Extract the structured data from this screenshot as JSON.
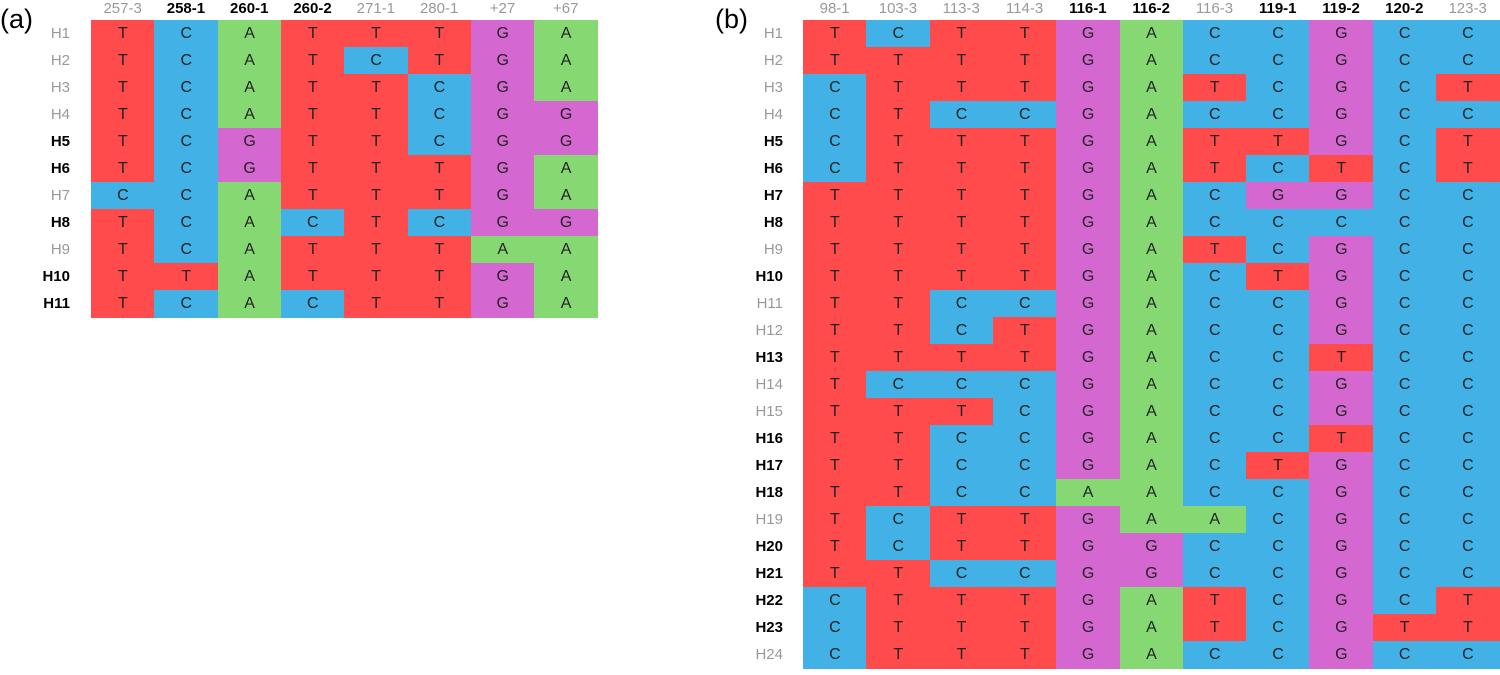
{
  "colors": {
    "T": "#FF4B4B",
    "C": "#42B1E5",
    "A": "#86D872",
    "G": "#D568D0"
  },
  "panels": [
    {
      "label": "(a)",
      "columns": [
        {
          "label": "257-3",
          "bold": false
        },
        {
          "label": "258-1",
          "bold": true
        },
        {
          "label": "260-1",
          "bold": true
        },
        {
          "label": "260-2",
          "bold": true
        },
        {
          "label": "271-1",
          "bold": false
        },
        {
          "label": "280-1",
          "bold": false
        },
        {
          "label": "+27",
          "bold": false
        },
        {
          "label": "+67",
          "bold": false
        }
      ],
      "rows": [
        {
          "label": "H1",
          "bold": false,
          "bases": "TCATTTGA"
        },
        {
          "label": "H2",
          "bold": false,
          "bases": "TCATCTGA"
        },
        {
          "label": "H3",
          "bold": false,
          "bases": "TCATTCGA"
        },
        {
          "label": "H4",
          "bold": false,
          "bases": "TCATTCGG"
        },
        {
          "label": "H5",
          "bold": true,
          "bases": "TCGTTCGG"
        },
        {
          "label": "H6",
          "bold": true,
          "bases": "TCGTTTGA"
        },
        {
          "label": "H7",
          "bold": false,
          "bases": "CCATTTGA"
        },
        {
          "label": "H8",
          "bold": true,
          "bases": "TCACTCGG"
        },
        {
          "label": "H9",
          "bold": false,
          "bases": "TCATTTAA"
        },
        {
          "label": "H10",
          "bold": true,
          "bases": "TTATTTGA"
        },
        {
          "label": "H11",
          "bold": true,
          "bases": "TCACTTGA"
        }
      ]
    },
    {
      "label": "(b)",
      "columns": [
        {
          "label": "98-1",
          "bold": false
        },
        {
          "label": "103-3",
          "bold": false
        },
        {
          "label": "113-3",
          "bold": false
        },
        {
          "label": "114-3",
          "bold": false
        },
        {
          "label": "116-1",
          "bold": true
        },
        {
          "label": "116-2",
          "bold": true
        },
        {
          "label": "116-3",
          "bold": false
        },
        {
          "label": "119-1",
          "bold": true
        },
        {
          "label": "119-2",
          "bold": true
        },
        {
          "label": "120-2",
          "bold": true
        },
        {
          "label": "123-3",
          "bold": false
        }
      ],
      "rows": [
        {
          "label": "H1",
          "bold": false,
          "bases": "TCTTGACCGCC"
        },
        {
          "label": "H2",
          "bold": false,
          "bases": "TTTTGACCGCC"
        },
        {
          "label": "H3",
          "bold": false,
          "bases": "CTTTGATCGCT"
        },
        {
          "label": "H4",
          "bold": false,
          "bases": "CTCCGACCGCC"
        },
        {
          "label": "H5",
          "bold": true,
          "bases": "CTTTGATTGCT"
        },
        {
          "label": "H6",
          "bold": true,
          "bases": "CTTTGATCTCT"
        },
        {
          "label": "H7",
          "bold": true,
          "bases": "TTTTGACGGCC"
        },
        {
          "label": "H8",
          "bold": true,
          "bases": "TTTTGACCCCC"
        },
        {
          "label": "H9",
          "bold": false,
          "bases": "TTTTGATCGCC"
        },
        {
          "label": "H10",
          "bold": true,
          "bases": "TTTTGACTGCC"
        },
        {
          "label": "H11",
          "bold": false,
          "bases": "TTCCGACCGCC"
        },
        {
          "label": "H12",
          "bold": false,
          "bases": "TTCTGACCGCC"
        },
        {
          "label": "H13",
          "bold": true,
          "bases": "TTTTGACCTCC"
        },
        {
          "label": "H14",
          "bold": false,
          "bases": "TCCCGACCGCC"
        },
        {
          "label": "H15",
          "bold": false,
          "bases": "TTTCGACCGCC"
        },
        {
          "label": "H16",
          "bold": true,
          "bases": "TTCCGACCTCC"
        },
        {
          "label": "H17",
          "bold": true,
          "bases": "TTCCGACTGCC"
        },
        {
          "label": "H18",
          "bold": true,
          "bases": "TTCCAACCGCC"
        },
        {
          "label": "H19",
          "bold": false,
          "bases": "TCTTGAACGCC"
        },
        {
          "label": "H20",
          "bold": true,
          "bases": "TCTTGGCCGCC"
        },
        {
          "label": "H21",
          "bold": true,
          "bases": "TTCCGGCCGCC"
        },
        {
          "label": "H22",
          "bold": true,
          "bases": "CTTTGATCGCT"
        },
        {
          "label": "H23",
          "bold": true,
          "bases": "CTTTGATCGTT"
        },
        {
          "label": "H24",
          "bold": false,
          "bases": "CTTTGACCGCC"
        }
      ]
    }
  ]
}
